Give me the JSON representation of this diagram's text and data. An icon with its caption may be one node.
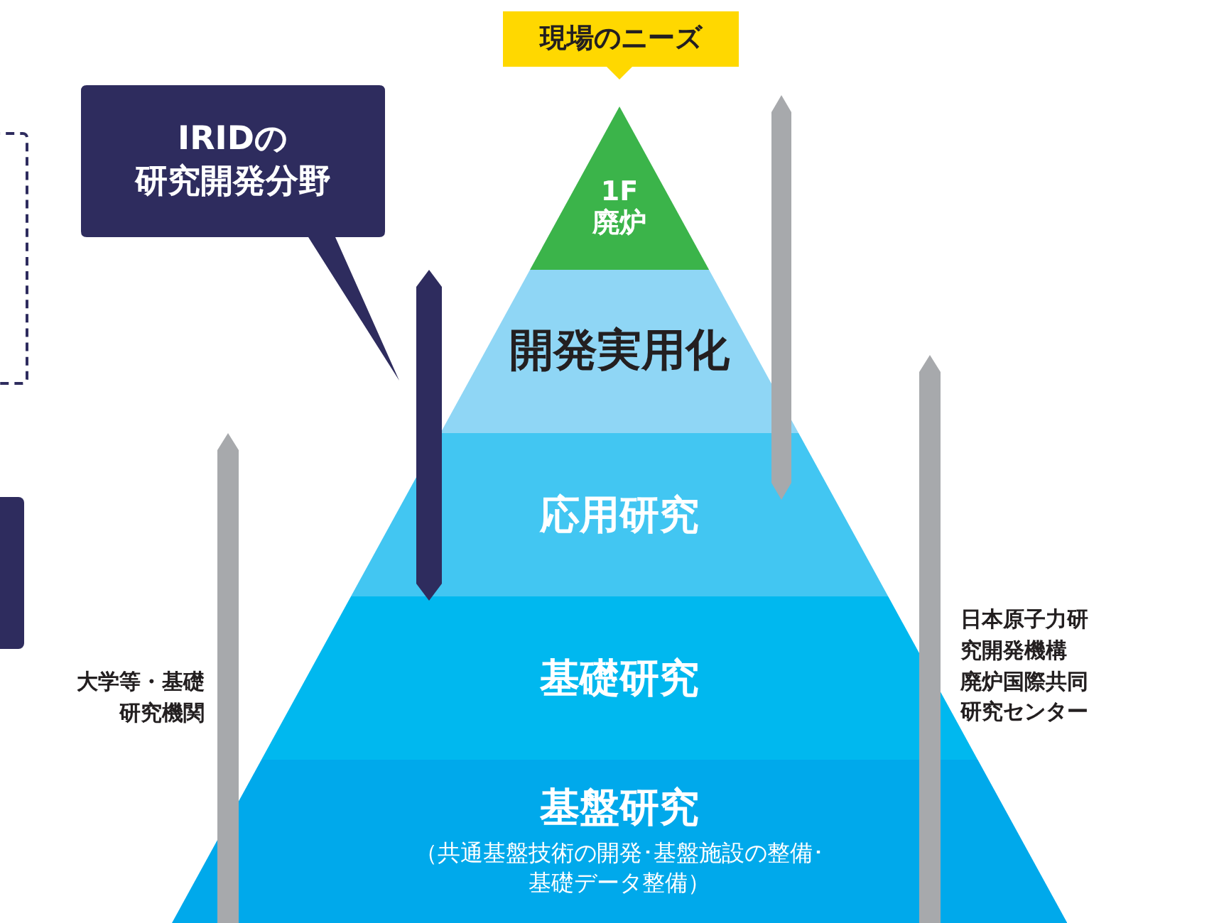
{
  "diagram": {
    "nodes": [
      {
        "text": [
          "現場のニーズ"
        ]
      },
      {
        "text": [
          "IRIDの",
          "研究開発分野"
        ]
      },
      {
        "text": [
          "1F",
          "廃炉"
        ]
      },
      {
        "text": [
          "開発実用化"
        ]
      },
      {
        "text": [
          "応用研究"
        ]
      },
      {
        "text": [
          "基礎研究"
        ]
      },
      {
        "text": [
          "基盤研究",
          "（共通基盤技術の開発･基盤施設の整備･基礎データ整備）"
        ]
      },
      {
        "text": [],
        "shape": "bar"
      },
      {
        "text": [],
        "shape": "bar"
      },
      {
        "text": [],
        "shape": "bar",
        "beside": [
          "大学等・基礎研究機関"
        ]
      },
      {
        "text": [],
        "shape": "bar",
        "beside": [
          "日本原子力研究開発機構",
          "廃炉国際共同研究センター"
        ]
      }
    ]
  }
}
